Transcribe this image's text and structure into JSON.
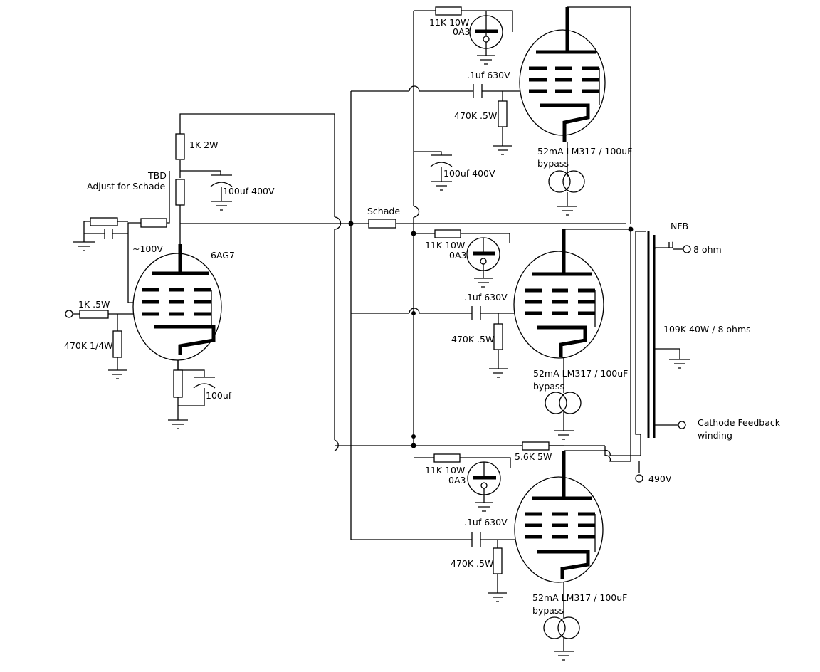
{
  "labels": {
    "r_1k2w": "1K 2W",
    "tbd": "TBD",
    "adjust_schade": "Adjust for Schade",
    "c_100uf_400v_a": "100uf 400V",
    "approx_100v": "~100V",
    "tube_6ag7": "6AG7",
    "r_1k_5w": "1K .5W",
    "r_470k_14w": "470K 1/4W",
    "c_100uf": "100uf",
    "schade": "Schade",
    "r_11k_10w_1": "11K 10W",
    "oa3_1": "0A3",
    "c_1uf_630v_1": ".1uf 630V",
    "r_470k_5w_1": "470K .5W",
    "c_100uf_400v_b": "100uf 400V",
    "ccs_1": "52mA LM317 / 100uF",
    "bypass_1": "bypass",
    "r_11k_10w_2": "11K 10W",
    "oa3_2": "0A3",
    "c_1uf_630v_2": ".1uf 630V",
    "r_470k_5w_2": "470K .5W",
    "ccs_2": "52mA LM317 / 100uF",
    "bypass_2": "bypass",
    "r_11k_10w_3": "11K 10W",
    "oa3_3": "0A3",
    "r_5_6k_5w": "5.6K 5W",
    "c_1uf_630v_3": ".1uf 630V",
    "r_470k_5w_3": "470K .5W",
    "ccs_3": "52mA LM317 / 100uF",
    "bypass_3": "bypass",
    "nfb": "NFB",
    "out_8ohm": "8 ohm",
    "transformer": "109K 40W / 8 ohms",
    "cathode_fb_1": "Cathode Feedback",
    "cathode_fb_2": "winding",
    "b_plus": "490V"
  }
}
